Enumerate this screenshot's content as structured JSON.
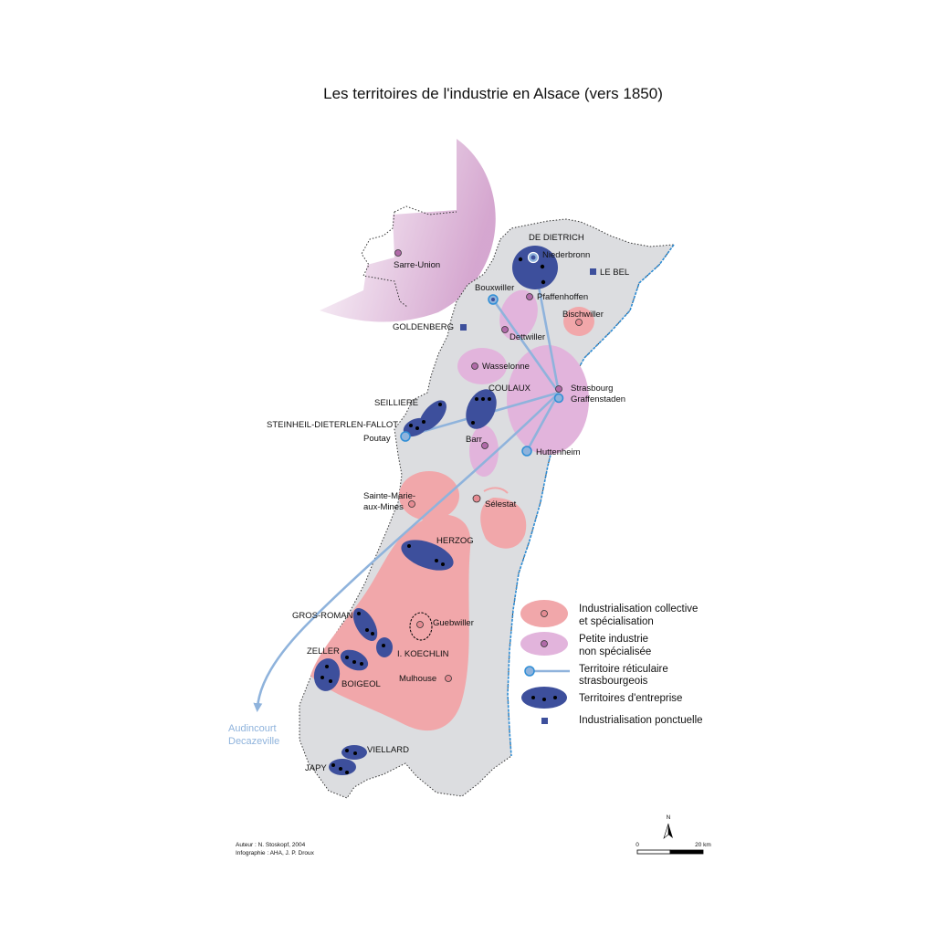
{
  "title": "Les territoires de l'industrie en Alsace (vers 1850)",
  "colors": {
    "region": "#dcdde0",
    "collective": "#f1a7aa",
    "collective_dot": "#e58b92",
    "petite": "#e2b4dc",
    "petite_dot": "#b06aa8",
    "reseau": "#8fb3dc",
    "enterprise": "#3d4f9c",
    "river": "#2f8ed6",
    "moselle": "#d3a2cd"
  },
  "places": {
    "niederbronn": "Niederbronn",
    "de_dietrich": "DE DIETRICH",
    "le_bel": "LE BEL",
    "bouxwiller": "Bouxwiller",
    "pfaffenhoffen": "Pfaffenhoffen",
    "bischwiller": "Bischwiller",
    "goldenberg": "GOLDENBERG",
    "dettwiller": "Dettwiller",
    "wasselonne": "Wasselonne",
    "coulaux": "COULAUX",
    "strasbourg": "Strasbourg",
    "graffenstaden": "Graffenstaden",
    "seilliere": "SEILLIERE",
    "steinheil": "STEINHEIL-DIETERLEN-FALLOT",
    "poutay": "Poutay",
    "barr": "Barr",
    "huttenheim": "Huttenheim",
    "ste_marie_1": "Sainte-Marie-",
    "ste_marie_2": "aux-Mines",
    "selestat": "Sélestat",
    "herzog": "HERZOG",
    "gros_roman": "GROS-ROMAN",
    "guebwiller": "Guebwiller",
    "zeller": "ZELLER",
    "koechlin": "I. KOECHLIN",
    "boigeol": "BOIGEOL",
    "mulhouse": "Mulhouse",
    "viellard": "VIELLARD",
    "japy": "JAPY",
    "sarre_union": "Sarre-Union",
    "audincourt": "Audincourt",
    "decazeville": "Decazeville"
  },
  "legend": {
    "collective_1": "Industrialisation collective",
    "collective_2": "et spécialisation",
    "petite_1": "Petite industrie",
    "petite_2": "non spécialisée",
    "reseau_1": "Territoire réticulaire",
    "reseau_2": "strasbourgeois",
    "enterprise": "Territoires d'entreprise",
    "ponctuelle": "Industrialisation ponctuelle"
  },
  "north_label": "N",
  "scale": {
    "start": "0",
    "end": "20 km"
  },
  "credits": {
    "author": "Auteur : N. Stoskopf, 2004",
    "infographie": "Infographie : AHA, J. P. Droux"
  }
}
